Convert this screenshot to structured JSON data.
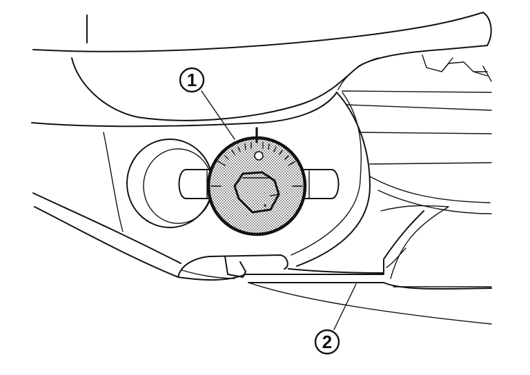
{
  "callouts": [
    {
      "id": "1",
      "label": "1"
    },
    {
      "id": "2",
      "label": "2"
    }
  ],
  "colors": {
    "line": "#111111",
    "background": "#ffffff",
    "dial_fill": "#bdbdbd"
  }
}
